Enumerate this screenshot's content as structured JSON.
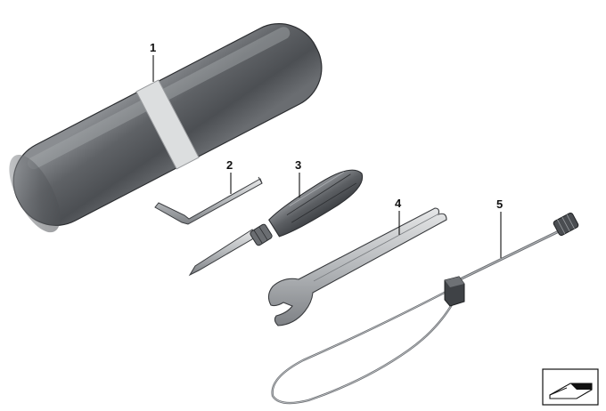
{
  "parts": [
    {
      "number": "1",
      "name": "tool-case"
    },
    {
      "number": "2",
      "name": "allen-key"
    },
    {
      "number": "3",
      "name": "screwdriver"
    },
    {
      "number": "4",
      "name": "open-end-wrench"
    },
    {
      "number": "5",
      "name": "helmet-cable-lock"
    }
  ],
  "icons": {
    "corner": "view-direction-icon"
  },
  "colors": {
    "line": "#111111",
    "body_dark": "#55585c",
    "body_light": "#c9cbce",
    "band": "#dcdedf"
  }
}
